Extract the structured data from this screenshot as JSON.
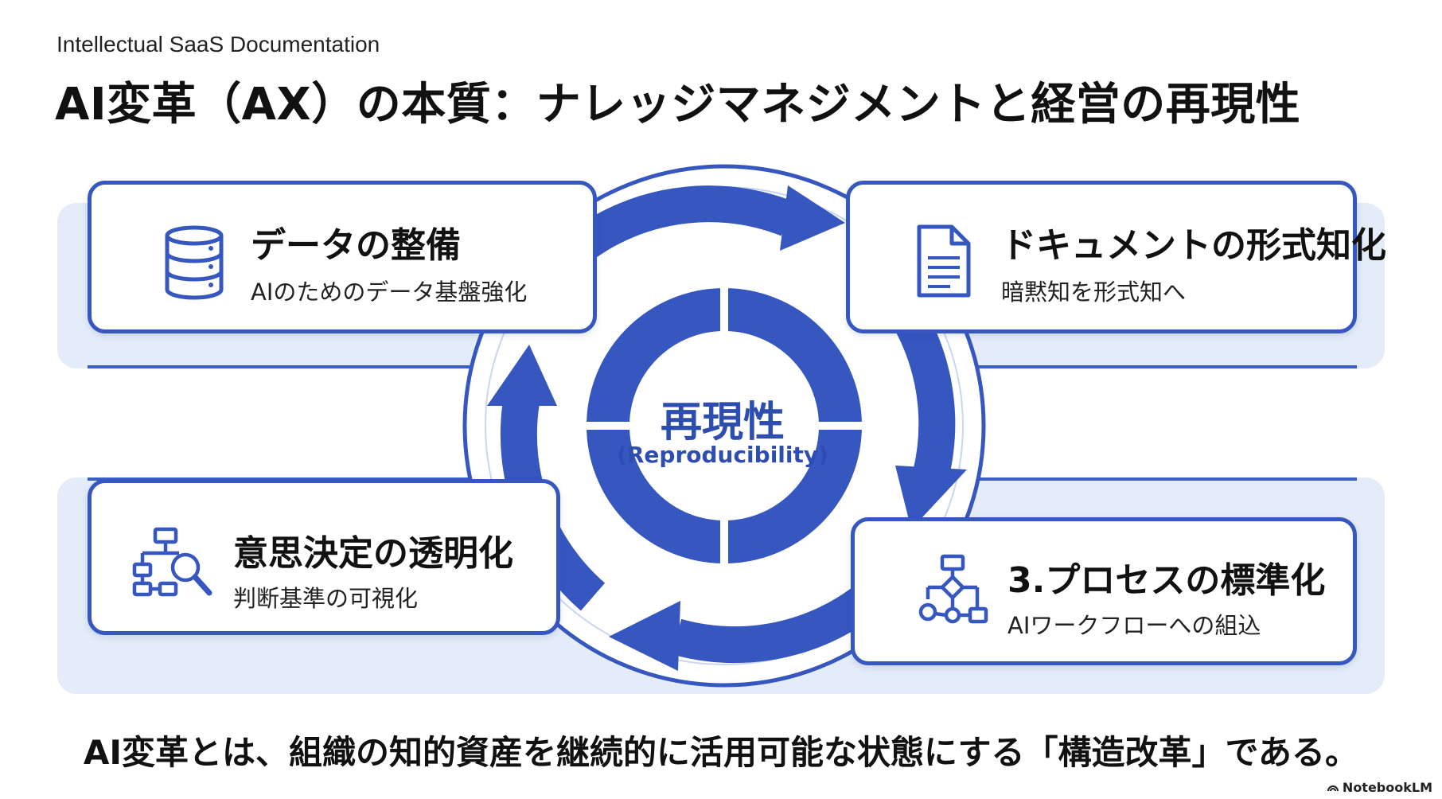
{
  "header": {
    "label": "Intellectual SaaS Documentation",
    "title": "AI変革（AX）の本質：ナレッジマネジメントと経営の再現性"
  },
  "center": {
    "title": "再現性",
    "subtitle": "(Reproducibility)"
  },
  "cards": [
    {
      "title": "データの整備",
      "subtitle": "AIのためのデータ基盤強化",
      "icon": "database-icon"
    },
    {
      "title": "ドキュメントの形式知化",
      "subtitle": "暗黙知を形式知へ",
      "icon": "document-icon"
    },
    {
      "title": "意思決定の透明化",
      "subtitle": "判断基準の可視化",
      "icon": "decision-tree-search-icon"
    },
    {
      "title": "3.プロセスの標準化",
      "subtitle": "AIワークフローへの組込",
      "icon": "process-flow-icon"
    }
  ],
  "footer": {
    "text": "AI変革とは、組織の知的資産を継続的に活用可能な状態にする「構造改革」である。"
  },
  "watermark": {
    "text": "NotebookLM"
  },
  "colors": {
    "primary": "#3656c0",
    "accent_light": "#e3ecf8",
    "center_text": "#2e4db0"
  }
}
